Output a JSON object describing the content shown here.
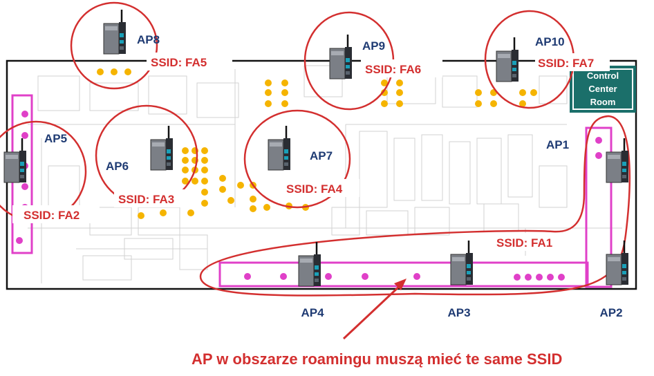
{
  "diagram": {
    "caption": "AP w obszarze roamingu muszą mieć te same SSID",
    "control_room": {
      "lines": [
        "Control",
        "Center",
        "Room"
      ]
    },
    "access_points": [
      {
        "id": "ap1",
        "name": "AP1"
      },
      {
        "id": "ap2",
        "name": "AP2"
      },
      {
        "id": "ap3",
        "name": "AP3"
      },
      {
        "id": "ap4",
        "name": "AP4"
      },
      {
        "id": "ap5",
        "name": "AP5"
      },
      {
        "id": "ap6",
        "name": "AP6"
      },
      {
        "id": "ap7",
        "name": "AP7"
      },
      {
        "id": "ap8",
        "name": "AP8"
      },
      {
        "id": "ap9",
        "name": "AP9"
      },
      {
        "id": "ap10",
        "name": "AP10"
      }
    ],
    "ssids": [
      {
        "id": "fa1",
        "label": "SSID: FA1"
      },
      {
        "id": "fa2",
        "label": "SSID: FA2"
      },
      {
        "id": "fa3",
        "label": "SSID: FA3"
      },
      {
        "id": "fa4",
        "label": "SSID: FA4"
      },
      {
        "id": "fa5",
        "label": "SSID: FA5"
      },
      {
        "id": "fa6",
        "label": "SSID: FA6"
      },
      {
        "id": "fa7",
        "label": "SSID: FA7"
      }
    ],
    "colors": {
      "coverage": "#d32f2f",
      "ap_label": "#1f3b73",
      "roaming_path": "#e040c8",
      "client_pink": "#e040c8",
      "client_yellow": "#f5b400",
      "control_room": "#1b6f6a",
      "floorplan": "#c9c9c9"
    }
  }
}
